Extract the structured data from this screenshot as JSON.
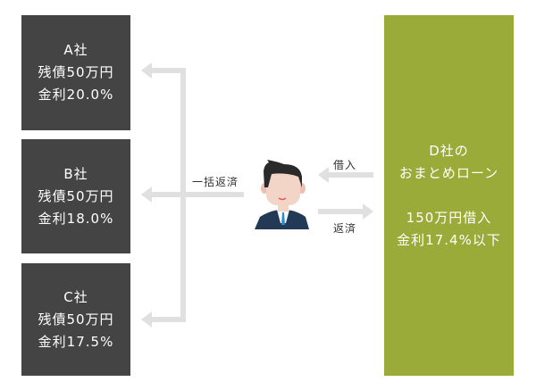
{
  "companies": [
    {
      "name": "A社",
      "balance": "残債50万円",
      "rate": "金利20.0%"
    },
    {
      "name": "B社",
      "balance": "残債50万円",
      "rate": "金利18.0%"
    },
    {
      "name": "C社",
      "balance": "残債50万円",
      "rate": "金利17.5%"
    }
  ],
  "consolidator": {
    "name": "D社の",
    "product": "おまとめローン",
    "amount": "150万円借入",
    "rate": "金利17.4%以下"
  },
  "labels": {
    "lump_sum": "一括返済",
    "borrow": "借入",
    "repay": "返済"
  },
  "colors": {
    "company_box": "#444444",
    "consolidator_box": "#9aab39",
    "arrow": "#e0e0e0"
  }
}
